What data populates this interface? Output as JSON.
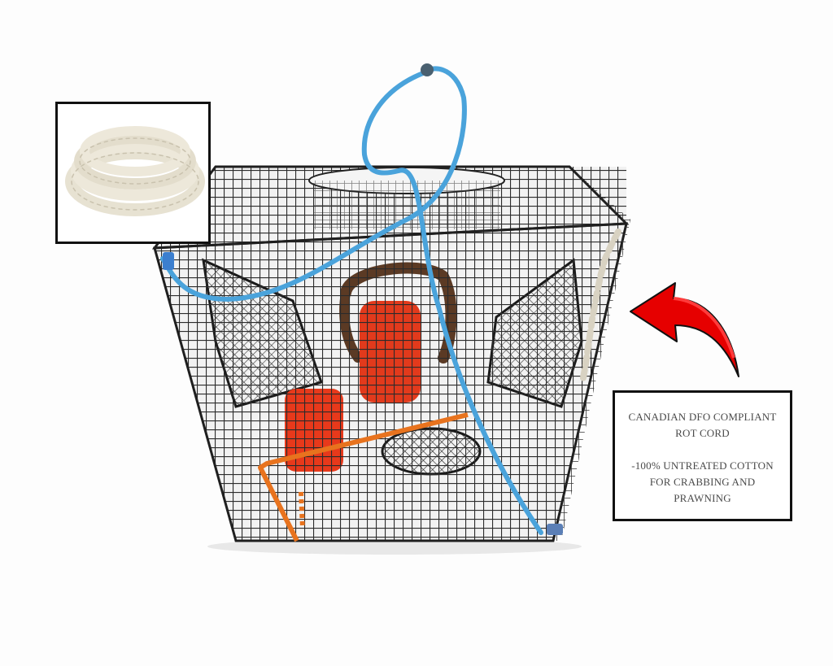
{
  "image": {
    "subject": "Wire mesh crab/prawn trap with blue rope handle, orange buoys, orange bait-door latch, and cotton rot cord",
    "background": "#fdfdfd"
  },
  "inset": {
    "subject": "coil of white cotton rope",
    "icon": "rope-coil-icon"
  },
  "arrow": {
    "icon": "curved-arrow-left-icon",
    "color": "#e60000"
  },
  "callout": {
    "line1": "CANADIAN DFO COMPLIANT",
    "line2": "ROT CORD",
    "line3": "-100% UNTREATED COTTON",
    "line4": "FOR CRABBING AND",
    "line5": "PRAWNING"
  },
  "colors": {
    "cage_wire": "#2b2b2b",
    "rope_blue": "#4aa3db",
    "buoy_red": "#e23a1c",
    "latch_orange": "#e8731e",
    "cotton": "#e9e4d6",
    "arrow_red": "#e60000"
  }
}
